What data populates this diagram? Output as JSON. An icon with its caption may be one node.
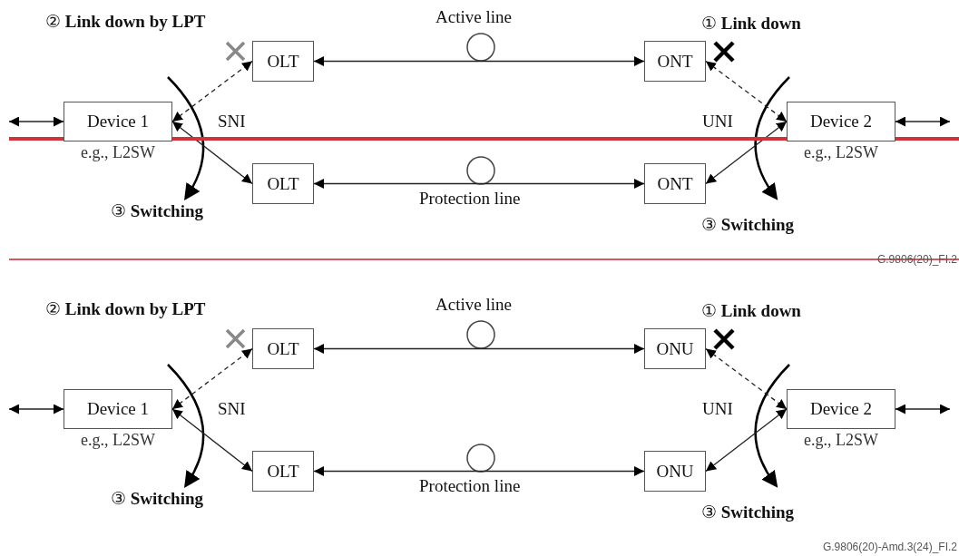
{
  "diagram": {
    "nodes": [
      {
        "text": [
          "OLT"
        ]
      },
      {
        "text": [
          "ONT"
        ]
      },
      {
        "text": [
          "Device 1"
        ],
        "beside": [
          "e.g., L2SW"
        ]
      },
      {
        "text": [
          "Device 2"
        ],
        "beside": [
          "e.g., L2SW"
        ]
      },
      {
        "text": [
          "OLT"
        ]
      },
      {
        "text": [
          "ONT"
        ]
      },
      {
        "text": [
          "OLT"
        ]
      },
      {
        "text": [
          "ONU"
        ]
      },
      {
        "text": [
          "Device 1"
        ],
        "beside": [
          "e.g., L2SW"
        ]
      },
      {
        "text": [
          "Device 2"
        ],
        "beside": [
          "e.g., L2SW"
        ]
      },
      {
        "text": [
          "OLT"
        ]
      },
      {
        "text": [
          "ONU"
        ]
      }
    ],
    "edges": [
      {
        "from": null,
        "to": 2,
        "arrow": "both"
      },
      {
        "from": 2,
        "to": 0,
        "arrow": "both",
        "style": "dashed"
      },
      {
        "from": 0,
        "to": 1,
        "arrow": "both"
      },
      {
        "from": 1,
        "to": 3,
        "arrow": "both",
        "style": "dashed"
      },
      {
        "from": 3,
        "to": null,
        "arrow": "both"
      },
      {
        "from": 2,
        "to": 4,
        "arrow": "both"
      },
      {
        "from": 4,
        "to": 5,
        "arrow": "both"
      },
      {
        "from": 5,
        "to": 3,
        "arrow": "both"
      },
      {
        "from": null,
        "to": 8,
        "arrow": "both"
      },
      {
        "from": 8,
        "to": 6,
        "arrow": "both",
        "style": "dashed"
      },
      {
        "from": 6,
        "to": 7,
        "arrow": "both"
      },
      {
        "from": 7,
        "to": 9,
        "arrow": "both",
        "style": "dashed"
      },
      {
        "from": 9,
        "to": null,
        "arrow": "both"
      },
      {
        "from": 8,
        "to": 10,
        "arrow": "both"
      },
      {
        "from": 10,
        "to": 11,
        "arrow": "both"
      },
      {
        "from": 11,
        "to": 9,
        "arrow": "both"
      }
    ],
    "labels": [
      "② **Link down by LPT**",
      "Active line",
      "① **Link down**",
      "SNI",
      "UNI",
      "Protection line",
      "③ **Switching**",
      "③ **Switching**",
      "G.9806(20)_FI.2",
      "② **Link down by LPT**",
      "Active line",
      "① **Link down**",
      "SNI",
      "UNI",
      "Protection line",
      "③ **Switching**",
      "③ **Switching**",
      "G.9806(20)-Amd.3(24)_FI.2"
    ]
  }
}
